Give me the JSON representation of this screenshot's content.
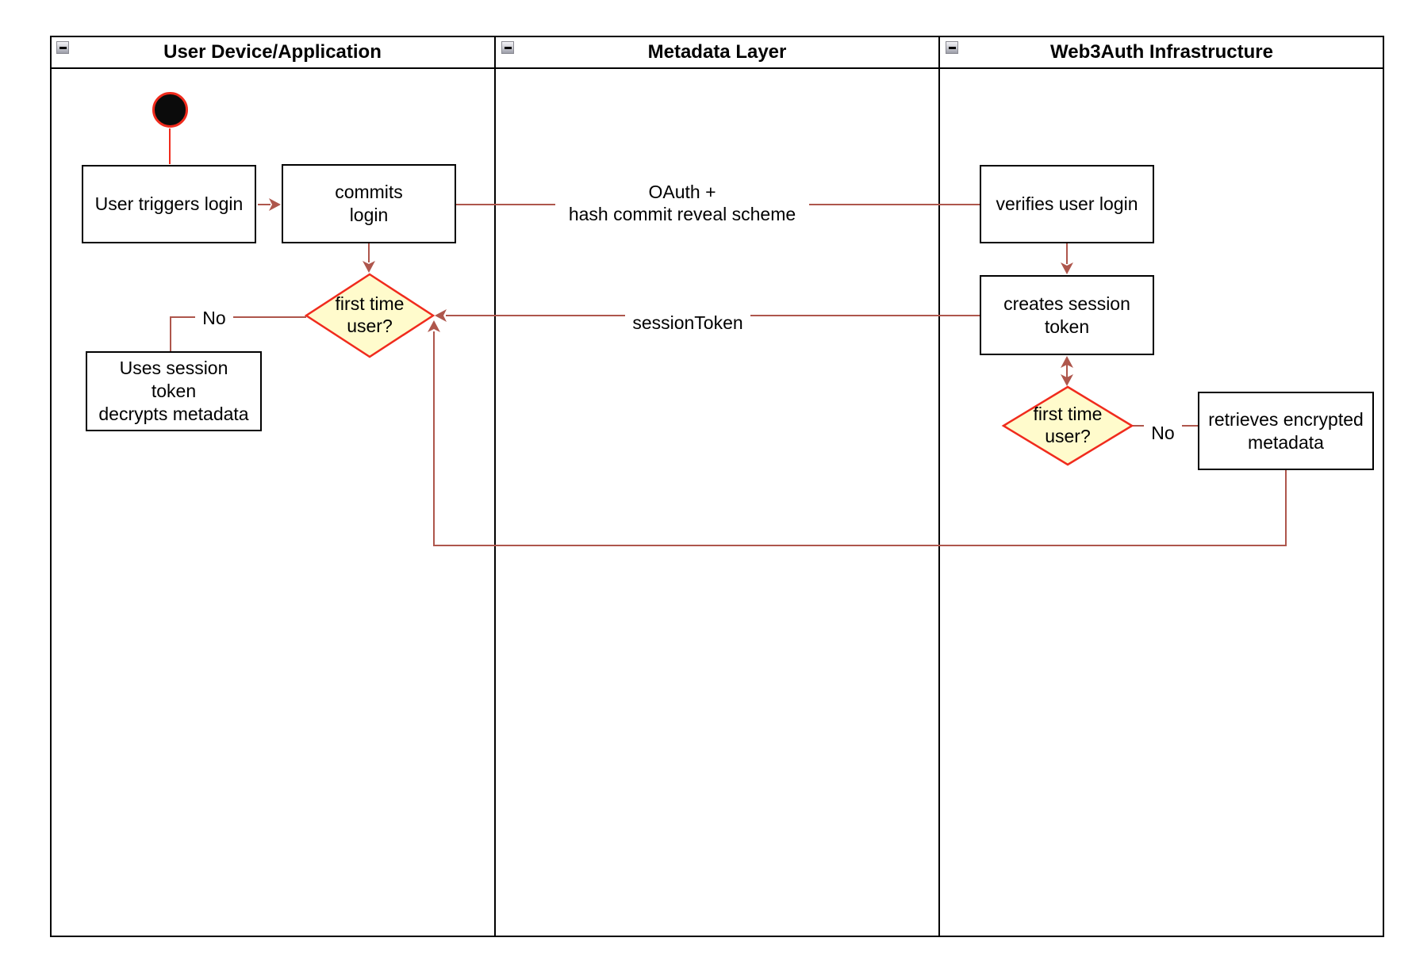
{
  "colors": {
    "connector": "#AE564C",
    "accent_red": "#F02B1D",
    "diamond_fill": "#FFFBCC",
    "node_border": "#000000",
    "lane_border": "#000000",
    "background": "#FFFFFF"
  },
  "lanes": [
    {
      "title": "User Device/Application"
    },
    {
      "title": "Metadata Layer"
    },
    {
      "title": "Web3Auth Infrastructure"
    }
  ],
  "nodes": {
    "user_triggers_login": "User triggers login",
    "commits_login": "commits\nlogin",
    "first_time_user_device": "first time\nuser?",
    "uses_session_token": "Uses session\ntoken\ndecrypts metadata",
    "verifies_user_login": "verifies user login",
    "creates_session_token": "creates session\ntoken",
    "first_time_user_infra": "first time\nuser?",
    "retrieves_encrypted_metadata": "retrieves encrypted\nmetadata"
  },
  "edge_labels": {
    "oauth": "OAuth +\nhash commit reveal scheme",
    "session_token": "sessionToken",
    "no_device": "No",
    "no_infra": "No"
  }
}
